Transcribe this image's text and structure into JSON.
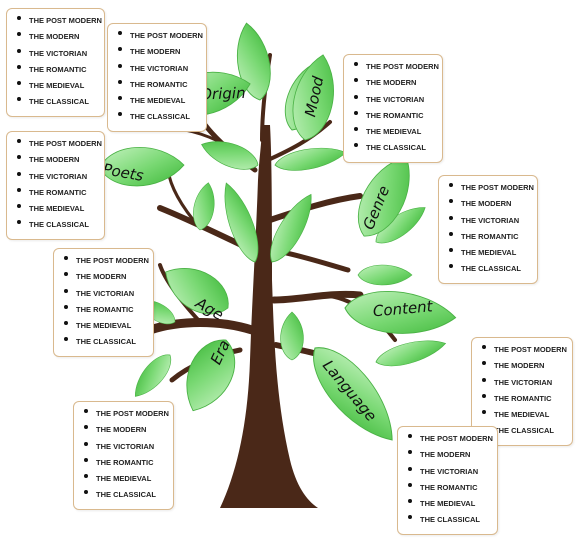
{
  "branches": [
    {
      "id": "origin",
      "label": "Origin"
    },
    {
      "id": "poets",
      "label": "Poets"
    },
    {
      "id": "mood",
      "label": "Mood"
    },
    {
      "id": "genre",
      "label": "Genre"
    },
    {
      "id": "age",
      "label": "Age"
    },
    {
      "id": "content",
      "label": "Content"
    },
    {
      "id": "era",
      "label": "Era"
    },
    {
      "id": "language",
      "label": "Language"
    }
  ],
  "era_list": [
    "THE POST MODERN",
    "THE MODERN",
    "THE VICTORIAN",
    "THE ROMANTIC",
    "THE MEDIEVAL",
    "THE CLASSICAL"
  ],
  "colors": {
    "trunk": "#4a2818",
    "leaf_light": "#b4ecb0",
    "leaf_dark": "#3fb83a",
    "card_border": "#d9b98e"
  }
}
